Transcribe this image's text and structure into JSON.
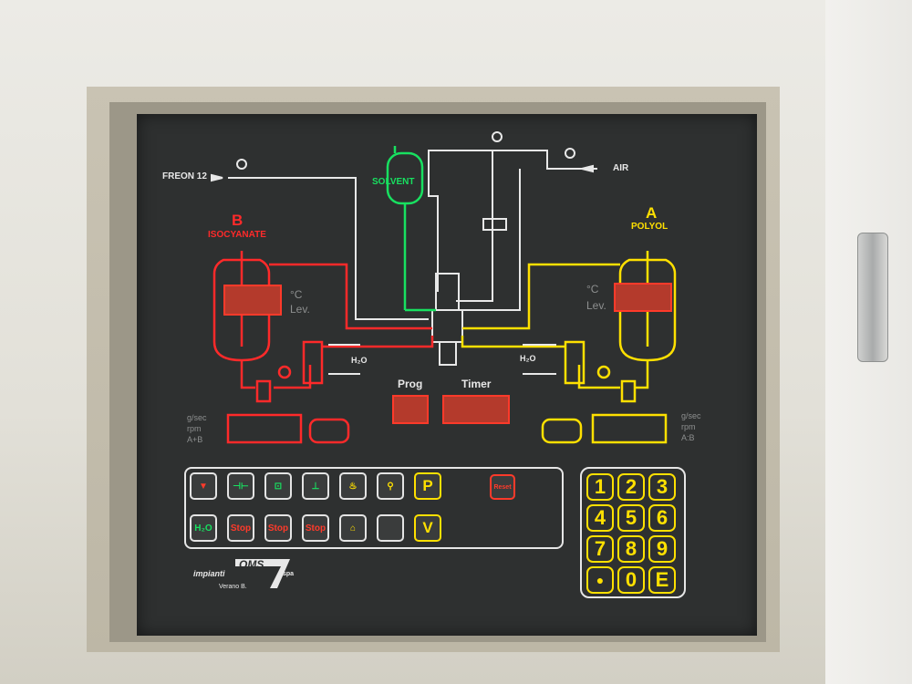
{
  "panel": {
    "freon_label": "FREON 12",
    "air_label": "AIR",
    "solvent_label": "SOLVENT",
    "b_letter": "B",
    "b_name": "ISOCYANATE",
    "a_letter": "A",
    "a_name": "POLYOL",
    "b_temp_unit": "°C",
    "b_lev": "Lev.",
    "a_temp_unit": "°C",
    "a_lev": "Lev.",
    "b_h2o": "H₂O",
    "a_h2o": "H₂O",
    "prog_label": "Prog",
    "timer_label": "Timer",
    "b_flow": [
      "g/sec",
      "rpm",
      "A+B"
    ],
    "a_flow": [
      "g/sec",
      "rpm",
      "A:B"
    ]
  },
  "controls": {
    "row1": [
      {
        "name": "valve-down-button",
        "symbol": "▼",
        "color": "#ff3a2a"
      },
      {
        "name": "mixer-toggle-button",
        "symbol": "⊣⊢",
        "color": "#18e060"
      },
      {
        "name": "pump-button",
        "symbol": "⊡",
        "color": "#18e060"
      },
      {
        "name": "dispense-button",
        "symbol": "⊥",
        "color": "#18e060"
      },
      {
        "name": "heater-button",
        "symbol": "♨",
        "color": "#ffe000"
      },
      {
        "name": "spray-button",
        "symbol": "⚲",
        "color": "#ffe000"
      },
      {
        "name": "program-button",
        "symbol": "P",
        "color": "#ffe000"
      }
    ],
    "row2": [
      {
        "name": "water-button",
        "symbol": "H₂O",
        "color": "#18e060"
      },
      {
        "name": "stop-button-1",
        "symbol": "Stop",
        "color": "#ff3a2a"
      },
      {
        "name": "stop-button-2",
        "symbol": "Stop",
        "color": "#ff3a2a"
      },
      {
        "name": "stop-button-3",
        "symbol": "Stop",
        "color": "#ff3a2a"
      },
      {
        "name": "lamp-button",
        "symbol": "⌂",
        "color": "#ffe000"
      },
      {
        "name": "blank-button",
        "symbol": "",
        "color": "#ffe000"
      },
      {
        "name": "verify-button",
        "symbol": "V",
        "color": "#ffe000"
      }
    ],
    "reset_symbol": "Reset"
  },
  "keypad": {
    "keys": [
      "1",
      "2",
      "3",
      "4",
      "5",
      "6",
      "7",
      "8",
      "9",
      "●",
      "0",
      "E"
    ]
  },
  "brand": {
    "prefix": "impianti",
    "name": "OMS",
    "suffix": "spa",
    "location": "Verano B."
  },
  "colors": {
    "isocyanate": "#ff2a2a",
    "polyol": "#ffe000",
    "solvent": "#18e060",
    "lines": "#e8e8e8",
    "panel": "#2e3030"
  }
}
